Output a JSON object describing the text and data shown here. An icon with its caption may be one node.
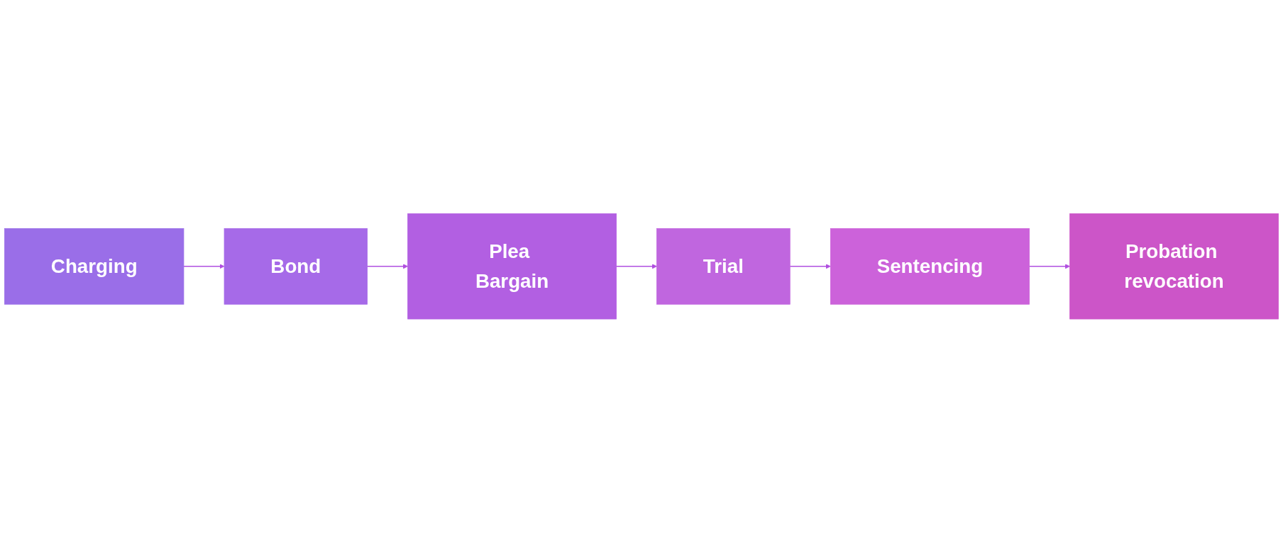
{
  "diagram": {
    "nodes": [
      {
        "text": [
          "Charging"
        ]
      },
      {
        "text": [
          "Bond"
        ]
      },
      {
        "text": [
          "Plea Bargain"
        ]
      },
      {
        "text": [
          "Trial"
        ]
      },
      {
        "text": [
          "Sentencing"
        ]
      },
      {
        "text": [
          "Probation revocation"
        ]
      }
    ],
    "edges": [
      {
        "from": 0,
        "to": 1,
        "arrow": "to"
      },
      {
        "from": 1,
        "to": 2,
        "arrow": "to"
      },
      {
        "from": 2,
        "to": 3,
        "arrow": "to"
      },
      {
        "from": 3,
        "to": 4,
        "arrow": "to"
      },
      {
        "from": 4,
        "to": 5,
        "arrow": "to"
      }
    ]
  }
}
